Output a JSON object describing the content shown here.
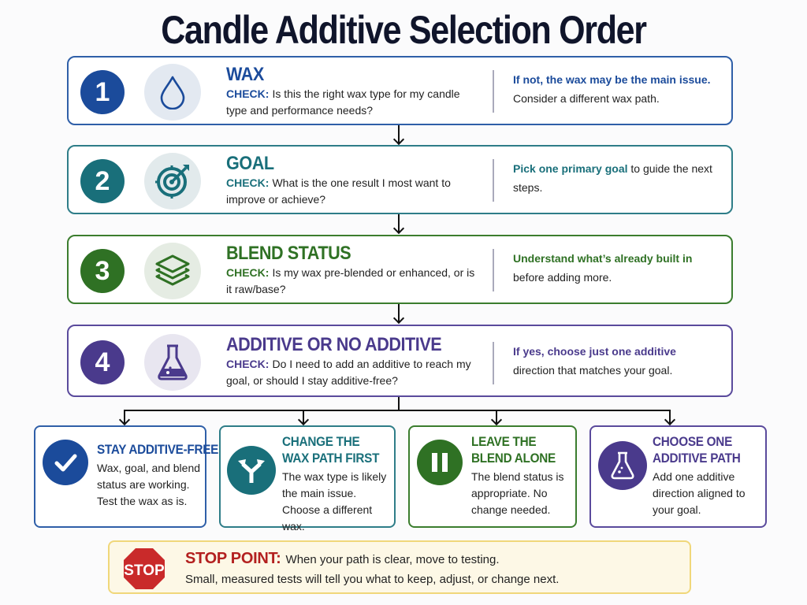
{
  "title": "Candle Additive Selection Order",
  "colors": {
    "blue": "#1b4b9b",
    "teal": "#196f7a",
    "green": "#2f7124",
    "purple": "#4a3a8c",
    "stop_red": "#c92a2a",
    "stop_bg": "#fdf8e6"
  },
  "steps": [
    {
      "number": "1",
      "icon": "water-drop-icon",
      "heading": "WAX",
      "check_label": "CHECK:",
      "check_text": "Is this the right wax type for my candle type and performance needs?",
      "side_highlight": "If not, the wax may be the main issue.",
      "side_text": "Consider a different wax path."
    },
    {
      "number": "2",
      "icon": "target-icon",
      "heading": "GOAL",
      "check_label": "CHECK:",
      "check_text": "What is the one result I most want to improve or achieve?",
      "side_highlight": "Pick one primary goal",
      "side_text": " to guide the next steps."
    },
    {
      "number": "3",
      "icon": "layers-icon",
      "heading": "BLEND STATUS",
      "check_label": "CHECK:",
      "check_text": "Is my wax pre-blended or enhanced, or is it raw/base?",
      "side_highlight": "Understand what’s already built in",
      "side_text": "before adding more."
    },
    {
      "number": "4",
      "icon": "flask-icon",
      "heading": "ADDITIVE OR NO ADDITIVE",
      "check_label": "CHECK:",
      "check_text": "Do I need to add an additive to reach my goal, or should I stay additive-free?",
      "side_highlight": "If yes, choose just one additive",
      "side_text": "direction that matches your goal."
    }
  ],
  "outcomes": [
    {
      "icon": "checkmark-icon",
      "heading": "STAY ADDITIVE-FREE",
      "body": "Wax, goal, and blend status are working. Test the wax as is."
    },
    {
      "icon": "split-arrow-icon",
      "heading": "CHANGE THE WAX PATH FIRST",
      "body": "The wax type is likely the main issue. Choose a different wax."
    },
    {
      "icon": "pause-icon",
      "heading": "LEAVE THE BLEND ALONE",
      "body": "The blend status is appropriate. No change needed."
    },
    {
      "icon": "flask-icon",
      "heading": "CHOOSE ONE ADDITIVE PATH",
      "body": "Add one additive direction aligned to your goal."
    }
  ],
  "stop": {
    "sign_text": "STOP",
    "label": "STOP POINT:",
    "line1": "When your path is clear, move to testing.",
    "line2": "Small, measured tests will tell you what to keep, adjust, or change next."
  }
}
